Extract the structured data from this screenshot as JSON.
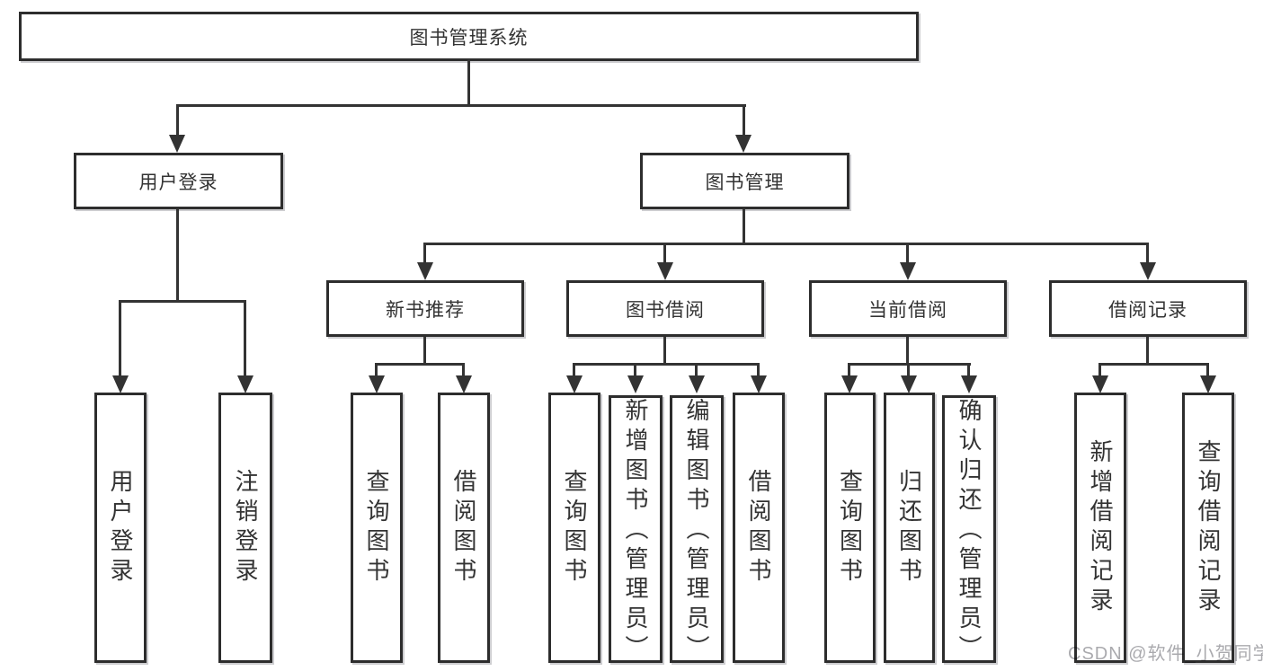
{
  "diagram": {
    "title": "图书管理系统",
    "root": {
      "label": "图书管理系统"
    },
    "level2": {
      "user_login": {
        "label": "用户登录"
      },
      "book_mgmt": {
        "label": "图书管理"
      }
    },
    "level3": {
      "new_book": {
        "label": "新书推荐"
      },
      "book_borrow": {
        "label": "图书借阅"
      },
      "current_borrow": {
        "label": "当前借阅"
      },
      "borrow_record": {
        "label": "借阅记录"
      }
    },
    "leaves": {
      "user_login": [
        "用户登录",
        "注销登录"
      ],
      "new_book": [
        "查询图书",
        "借阅图书"
      ],
      "book_borrow": [
        "查询图书",
        "新增图书（管理员）",
        "编辑图书（管理员）",
        "借阅图书"
      ],
      "current_borrow": [
        "查询图书",
        "归还图书",
        "确认归还（管理员）"
      ],
      "borrow_record": [
        "新增借阅记录",
        "查询借阅记录"
      ]
    }
  },
  "watermark": {
    "text": "CSDN @软件_小贺同学"
  },
  "colors": {
    "background": "#ffffff",
    "line": "#333333",
    "box_border": "#2d2d2d",
    "text": "#333333",
    "watermark": "#aaaaae"
  }
}
